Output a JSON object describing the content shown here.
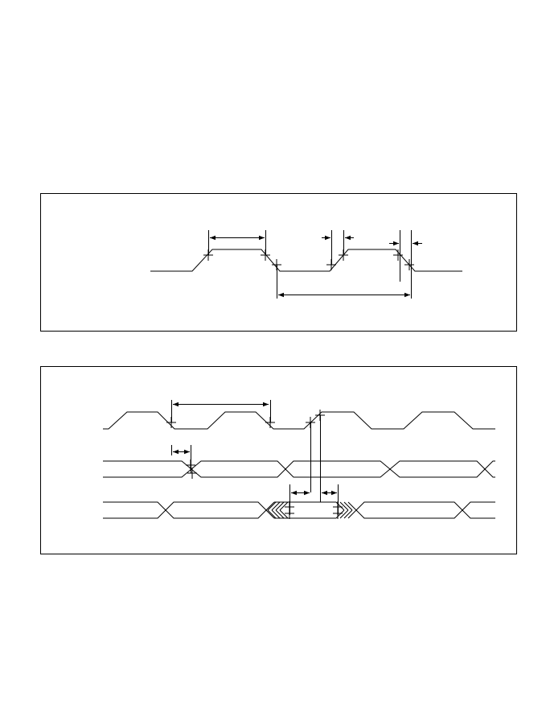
{
  "page": {
    "background": "#ffffff",
    "ink": "#000000"
  },
  "figures": [
    {
      "id": "figure-1",
      "kind": "timing-diagram",
      "signals": [
        {
          "label": "",
          "shape": "clock-waveform",
          "cycles_shown": 2
        }
      ],
      "measurement_markers": [
        {
          "type": "double-arrow",
          "label": ""
        },
        {
          "type": "inward-arrows",
          "label": ""
        },
        {
          "type": "inward-arrows",
          "label": ""
        },
        {
          "type": "double-arrow",
          "label": ""
        }
      ]
    },
    {
      "id": "figure-2",
      "kind": "timing-diagram",
      "signals": [
        {
          "label": "",
          "shape": "clock-waveform",
          "cycles_shown": 4
        },
        {
          "label": "",
          "shape": "data-bus",
          "transitions": 4
        },
        {
          "label": "",
          "shape": "data-bus",
          "transitions": 4
        }
      ],
      "measurement_markers": [
        {
          "type": "double-arrow",
          "label": ""
        },
        {
          "type": "double-arrow",
          "label": ""
        },
        {
          "type": "double-arrow",
          "label": ""
        },
        {
          "type": "double-arrow",
          "label": ""
        }
      ]
    }
  ]
}
